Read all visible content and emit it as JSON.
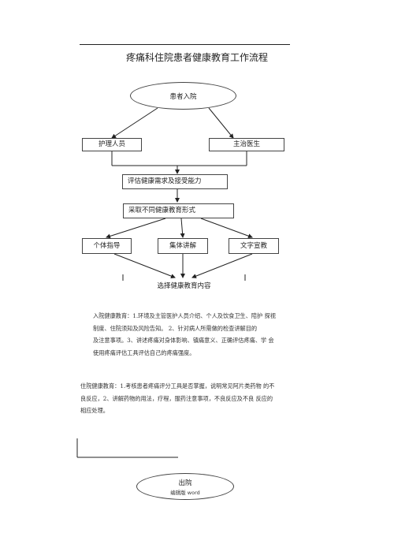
{
  "title": "疼痛科住院患者健康教育工作流程",
  "nodes": {
    "admission": "患者入院",
    "nurse": "护理人员",
    "doctor": "主治医生",
    "assess": "评估健康需求及接受能力",
    "adopt": "采取不同健康教育形式",
    "individual": "个体指导",
    "group": "集体讲解",
    "written": "文字宣教",
    "select": "选择健康教育内容",
    "discharge": "出院"
  },
  "admission_education": {
    "lines": [
      "入院健康教育：1.环境及主管医护人员介绍、个人及饮食卫生、陪护  探视",
      "制度、住院须知及风险告知。        2、针对病人所需做的检查讲解目的",
      "及注意事项。3、讲述疼痛对身体影响、镇痛意义、正确评估疼痛、学  会",
      "使用疼痛评估工具评估自己的疼痛强度。"
    ]
  },
  "inpatient_education": {
    "lines": [
      "住院健康教育：1.考核患者疼痛评分工具是否掌握，说明常见阿片类药物  的不",
      "良反应，2、讲解药物的用法，疗程，服药注意事项，不良反应及不良  反应的",
      "相应处理。"
    ]
  },
  "watermark": "编辑版 word"
}
